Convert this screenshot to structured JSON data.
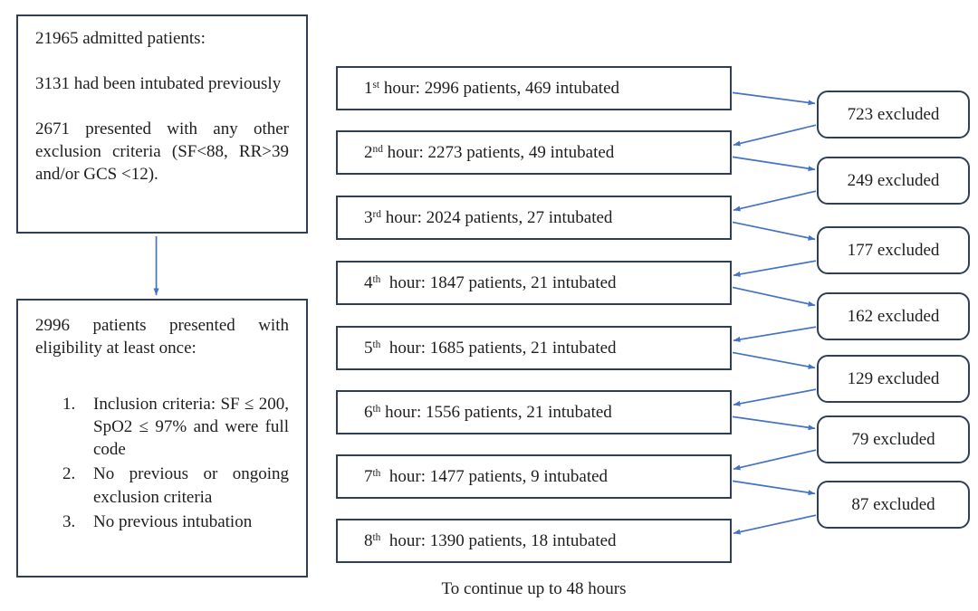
{
  "colors": {
    "background": "#ffffff",
    "box_border": "#2f4056",
    "arrow": "#4472c4",
    "text": "#1e1e1e"
  },
  "left_column": {
    "admitted_box": {
      "p1": "21965 admitted patients:",
      "p2": "3131 had been intubated previously",
      "p3": "2671 presented with any other exclusion criteria (SF<88, RR>39 and/or GCS <12)."
    },
    "eligibility_box": {
      "intro": "2996 patients presented with eligibility at least once:",
      "items": [
        "Inclusion criteria: SF ≤ 200, SpO2 ≤ 97% and were full code",
        "No previous or ongoing exclusion criteria",
        "No previous intubation"
      ]
    }
  },
  "hour_boxes": [
    {
      "ordinal": "1",
      "suffix": "st",
      "label": " hour: 2996 patients, 469 intubated"
    },
    {
      "ordinal": "2",
      "suffix": "nd",
      "label": " hour: 2273 patients, 49 intubated"
    },
    {
      "ordinal": "3",
      "suffix": "rd",
      "label": " hour: 2024 patients, 27 intubated"
    },
    {
      "ordinal": "4",
      "suffix": "th",
      "label": "  hour: 1847 patients, 21 intubated"
    },
    {
      "ordinal": "5",
      "suffix": "th",
      "label": "  hour: 1685 patients, 21 intubated"
    },
    {
      "ordinal": "6",
      "suffix": "th",
      "label": " hour: 1556 patients, 21 intubated"
    },
    {
      "ordinal": "7",
      "suffix": "th",
      "label": "  hour: 1477 patients, 9 intubated"
    },
    {
      "ordinal": "8",
      "suffix": "th",
      "label": "  hour: 1390 patients, 18 intubated"
    }
  ],
  "excluded_boxes": [
    {
      "label": "723 excluded"
    },
    {
      "label": "249 excluded"
    },
    {
      "label": "177 excluded"
    },
    {
      "label": "162 excluded"
    },
    {
      "label": "129 excluded"
    },
    {
      "label": "79 excluded"
    },
    {
      "label": "87 excluded"
    }
  ],
  "footer": {
    "note": "To continue up to 48 hours"
  },
  "arrows": [
    {
      "from": "admitted-box",
      "to": "eligibility-box"
    },
    {
      "from": "hour-box-1",
      "to": "excluded-box-1"
    },
    {
      "from": "excluded-box-1",
      "to": "hour-box-2"
    },
    {
      "from": "hour-box-2",
      "to": "excluded-box-2"
    },
    {
      "from": "excluded-box-2",
      "to": "hour-box-3"
    },
    {
      "from": "hour-box-3",
      "to": "excluded-box-3"
    },
    {
      "from": "excluded-box-3",
      "to": "hour-box-4"
    },
    {
      "from": "hour-box-4",
      "to": "excluded-box-4"
    },
    {
      "from": "excluded-box-4",
      "to": "hour-box-5"
    },
    {
      "from": "hour-box-5",
      "to": "excluded-box-5"
    },
    {
      "from": "excluded-box-5",
      "to": "hour-box-6"
    },
    {
      "from": "hour-box-6",
      "to": "excluded-box-6"
    },
    {
      "from": "excluded-box-6",
      "to": "hour-box-7"
    },
    {
      "from": "hour-box-7",
      "to": "excluded-box-7"
    },
    {
      "from": "excluded-box-7",
      "to": "hour-box-8"
    }
  ]
}
